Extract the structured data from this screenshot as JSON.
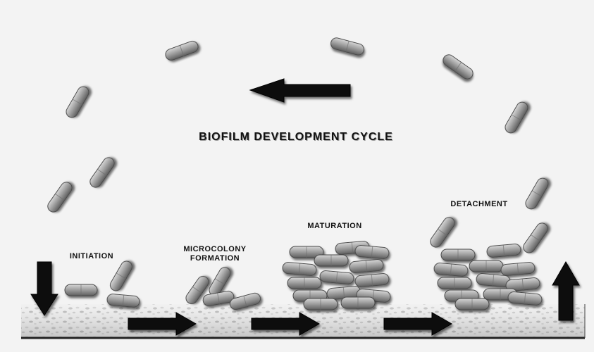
{
  "title": "BIOFILM DEVELOPMENT CYCLE",
  "stages": {
    "initiation": "INITIATION",
    "microcolony_line1": "MICROCOLONY",
    "microcolony_line2": "FORMATION",
    "maturation": "MATURATION",
    "detachment": "DETACHMENT"
  },
  "colors": {
    "background": "#f3f3f3",
    "bacterium": "#9a9a9a",
    "arrow": "#111111",
    "surface": "#e6e6e6"
  }
}
